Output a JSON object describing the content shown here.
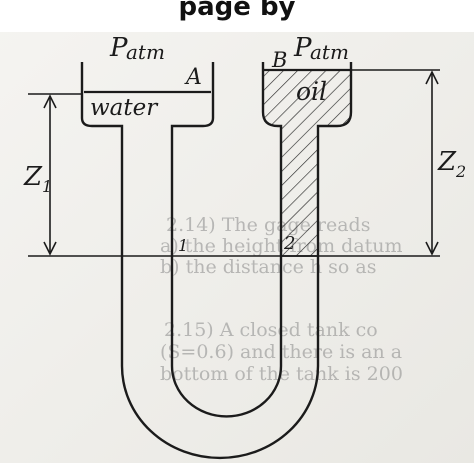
{
  "header": {
    "title_fragment": "page by"
  },
  "diagram": {
    "left_reservoir": {
      "pressure_label": "P",
      "pressure_subscript": "atm",
      "point_label": "A",
      "fluid_label": "water"
    },
    "right_reservoir": {
      "pressure_label": "P",
      "pressure_subscript": "atm",
      "point_label": "B",
      "fluid_label": "oil"
    },
    "levels": {
      "left_height": "Z",
      "left_height_sub": "1",
      "right_height": "Z",
      "right_height_sub": "2",
      "point_1": "1",
      "point_2": "2"
    }
  },
  "background_page_lines": [
    "2.14) The gage reads",
    "a) the height from datum",
    "b) the distance h so as",
    "2.15) A closed tank co",
    "(S=0.6) and there is an a",
    "bottom of the tank is 200"
  ],
  "colors": {
    "ink": "#1b1b1b",
    "paper": "#f2f1ed",
    "hatch": "#2a2a2a"
  }
}
